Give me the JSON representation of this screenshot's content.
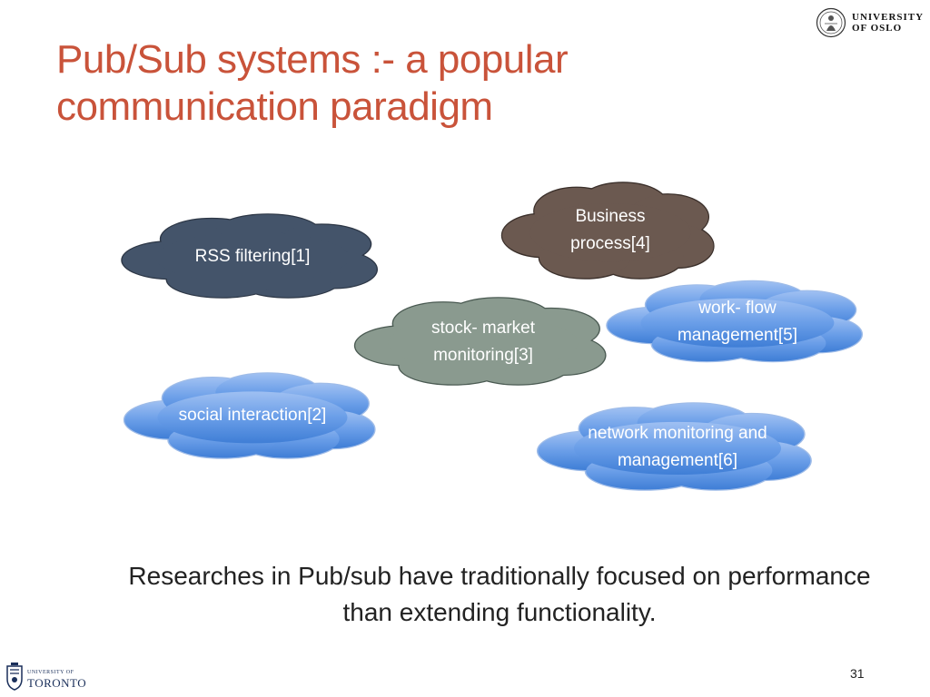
{
  "slide": {
    "title": "Pub/Sub systems :- a popular communication paradigm",
    "clouds": {
      "rss": {
        "line1": "RSS filtering[1]",
        "line2": "",
        "color": "#44546a"
      },
      "business": {
        "line1": "Business",
        "line2": "process[4]",
        "color": "#6b5950"
      },
      "workflow": {
        "line1": "work- flow",
        "line2": "management[5]",
        "color": "#4a84d8"
      },
      "stock": {
        "line1": "stock- market",
        "line2": "monitoring[3]",
        "color": "#8a9a8f"
      },
      "social": {
        "line1": "social interaction[2]",
        "line2": "",
        "color": "#4a84d8"
      },
      "network": {
        "line1": "network monitoring and",
        "line2": "management[6]",
        "color": "#4a84d8"
      }
    },
    "footer_text": "Researches in Pub/sub have traditionally focused on performance than extending functionality.",
    "page_number": "31"
  },
  "logos": {
    "oslo": "UNIVERSITY OF OSLO",
    "toronto_small": "UNIVERSITY OF",
    "toronto_big": "TORONTO"
  },
  "colors": {
    "title": "#c9533a",
    "cloud_outline": "#3a3a3a",
    "cloud_blue": "#4a84d8",
    "cloud_dark": "#44546a",
    "cloud_brown": "#6b5950",
    "cloud_gray": "#8a9a8f"
  },
  "icons": [
    "university-of-oslo-seal-icon",
    "university-of-toronto-crest-icon"
  ]
}
